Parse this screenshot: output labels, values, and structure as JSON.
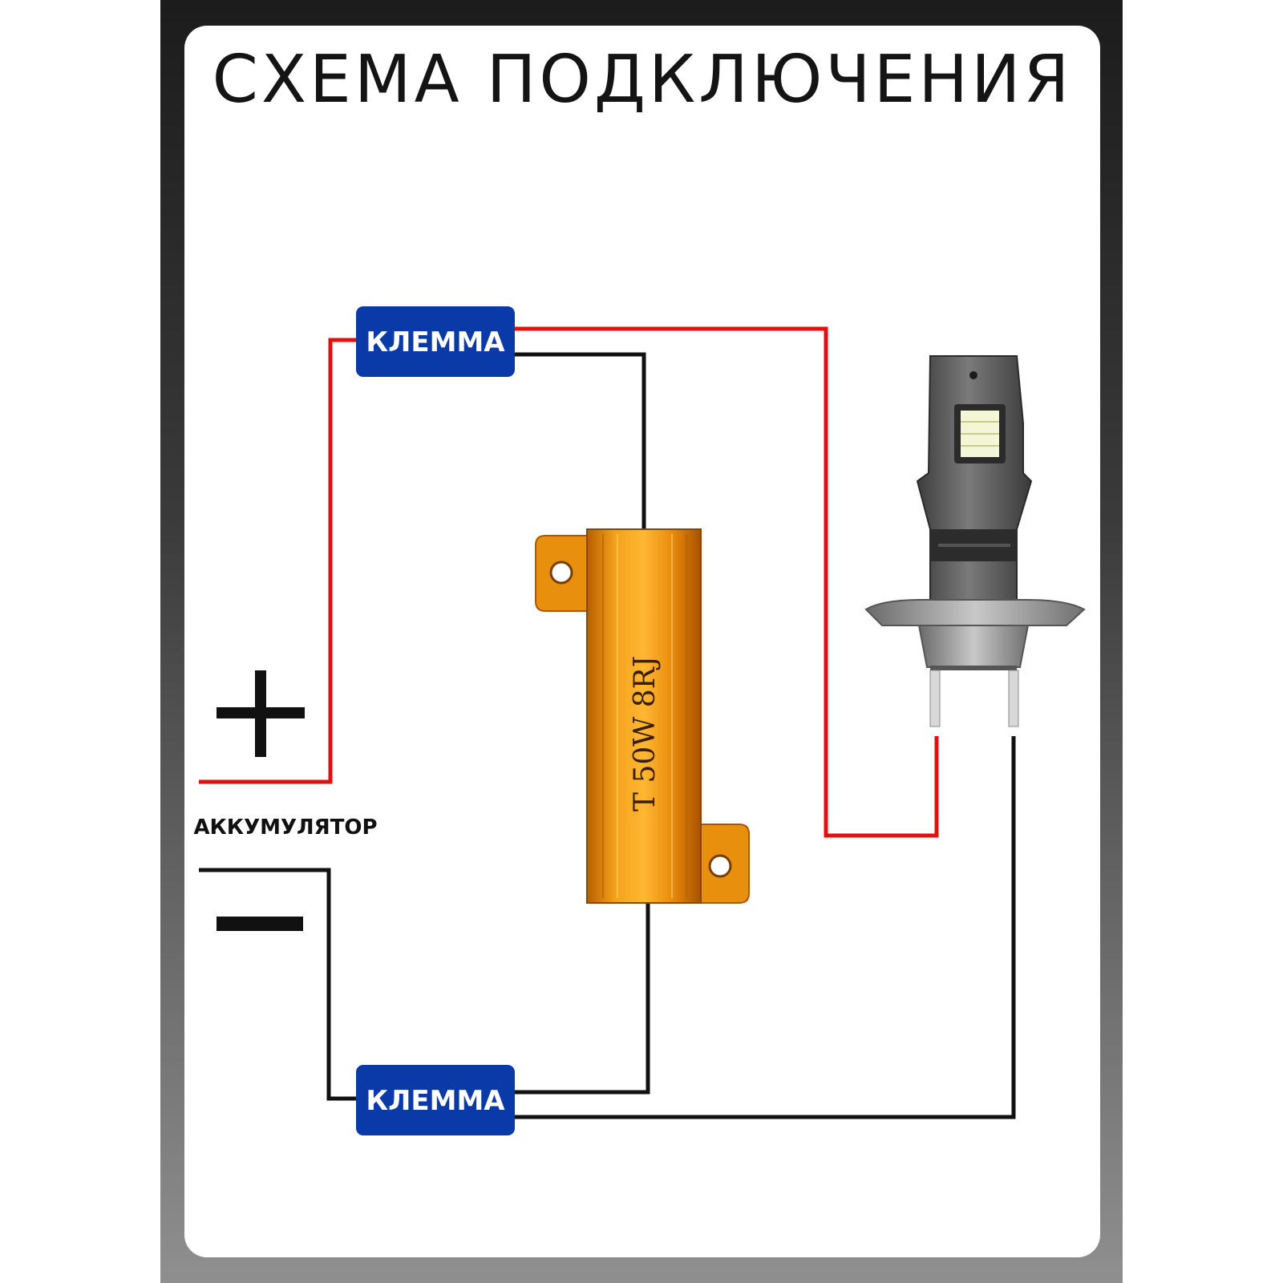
{
  "title": "СХЕМА ПОДКЛЮЧЕНИЯ",
  "terminal_top": {
    "label": "КЛЕММА"
  },
  "terminal_bottom": {
    "label": "КЛЕММА"
  },
  "battery": {
    "label": "АККУМУЛЯТОР",
    "plus_symbol": "+",
    "minus_symbol": "−"
  },
  "resistor": {
    "marking": "T  50W   8RJ"
  },
  "bulb": {
    "type": "LED H7 bulb"
  },
  "colors": {
    "positive_wire": "#e01010",
    "negative_wire": "#111111",
    "terminal": "#0a3aa8",
    "resistor": "#e8900e"
  }
}
